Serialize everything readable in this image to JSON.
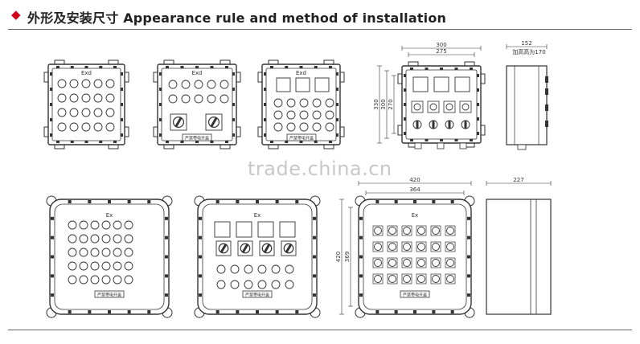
{
  "header": {
    "title_cn": "外形及安装尺寸",
    "title_en": "Appearance rule and method of installation"
  },
  "panels": {
    "exd_label": "Exd",
    "ex_label": "Ex",
    "nameplate": "严禁带电开盖"
  },
  "dimensions": {
    "top_width_outer": "300",
    "top_width_inner": "275",
    "top_height_1": "330",
    "top_height_2": "300",
    "top_height_3": "270",
    "top_depth": "152",
    "top_depth_note": "加高高为170",
    "bottom_width_outer": "420",
    "bottom_width_inner": "364",
    "bottom_height_outer": "420",
    "bottom_height_inner": "369",
    "bottom_depth": "227"
  },
  "watermark": "trade.china.cn",
  "colors": {
    "accent": "#d0021b",
    "line": "#333333"
  }
}
